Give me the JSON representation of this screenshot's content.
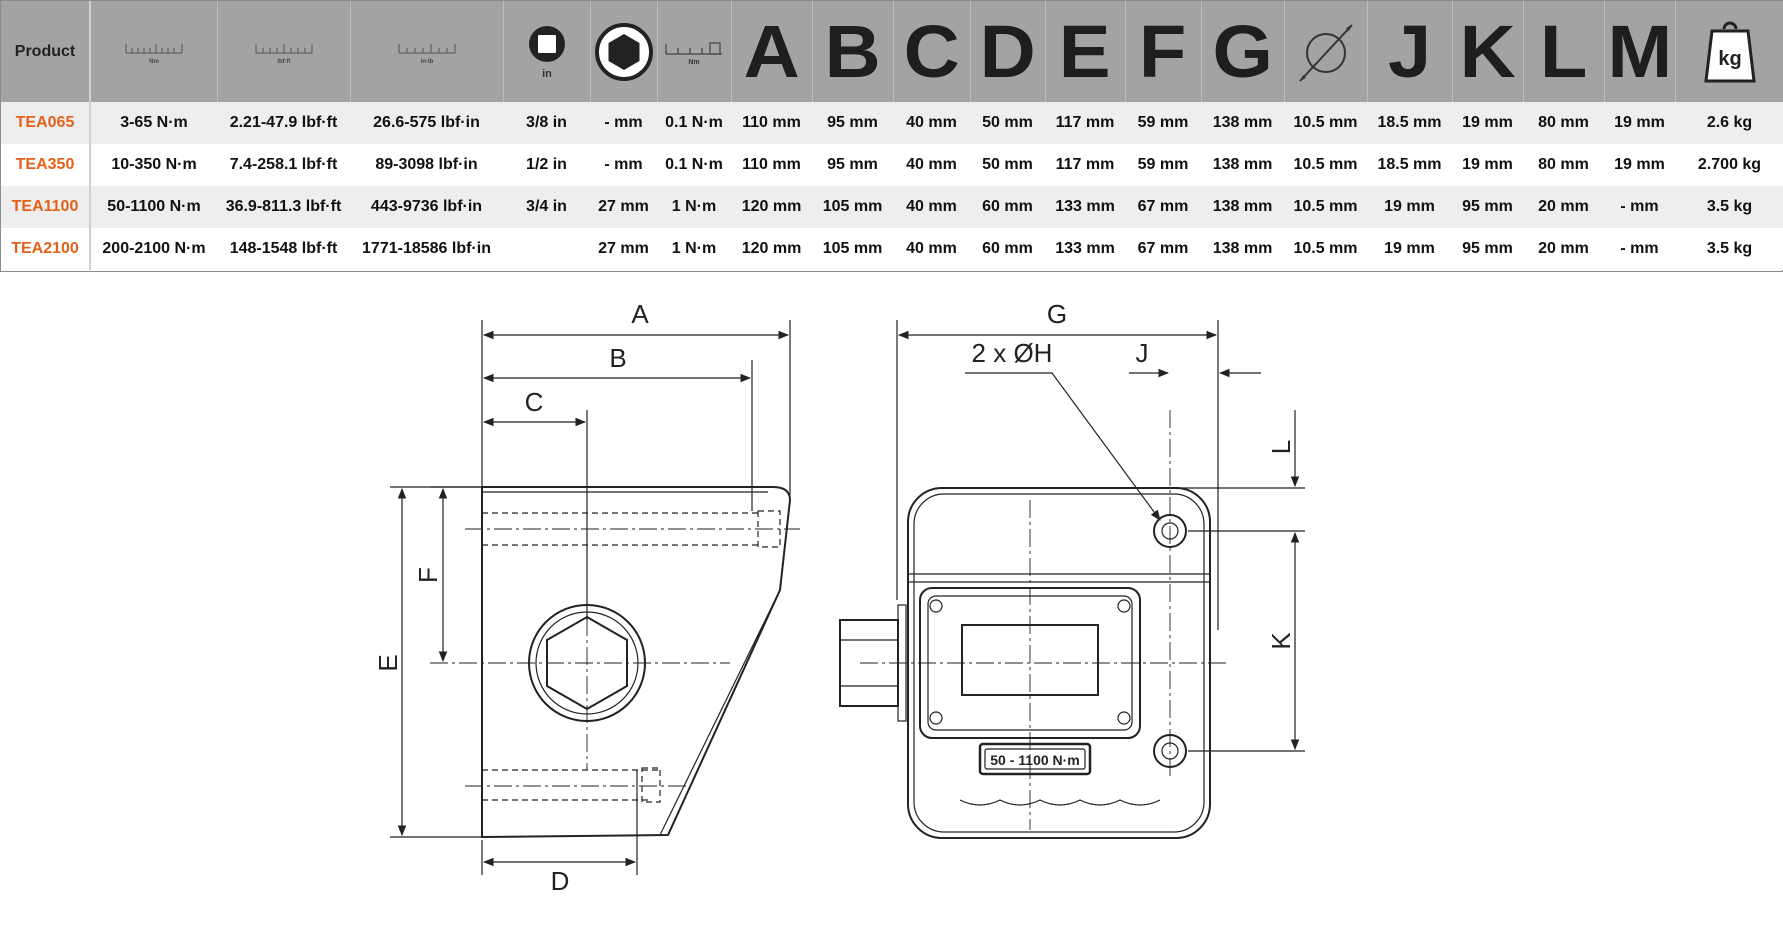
{
  "table": {
    "product_header": "Product",
    "header_letters": {
      "A": "A",
      "B": "B",
      "C": "C",
      "D": "D",
      "E": "E",
      "F": "F",
      "G": "G",
      "J": "J",
      "K": "K",
      "L": "L",
      "M": "M"
    },
    "header_icons": {
      "nm_scale": "Nm",
      "lbfft_scale": "lbf·ft",
      "lbfin_scale": "in·lb",
      "square_drive_unit": "in",
      "resolution_unit": "Nm",
      "weight_unit": "kg"
    },
    "rows": [
      {
        "product": "TEA065",
        "nm": "3-65 N·m",
        "lbfft": "2.21-47.9 lbf·ft",
        "lbfin": "26.6-575 lbf·in",
        "drive": "3/8 in",
        "hex": "- mm",
        "res": "0.1 N·m",
        "A": "110 mm",
        "B": "95 mm",
        "C": "40 mm",
        "D": "50 mm",
        "E": "117 mm",
        "F": "59 mm",
        "G": "138 mm",
        "H": "10.5 mm",
        "J": "18.5 mm",
        "K": "19 mm",
        "L": "80 mm",
        "M": "19 mm",
        "weight": "2.6 kg"
      },
      {
        "product": "TEA350",
        "nm": "10-350 N·m",
        "lbfft": "7.4-258.1 lbf·ft",
        "lbfin": "89-3098 lbf·in",
        "drive": "1/2 in",
        "hex": "- mm",
        "res": "0.1 N·m",
        "A": "110 mm",
        "B": "95 mm",
        "C": "40 mm",
        "D": "50 mm",
        "E": "117 mm",
        "F": "59 mm",
        "G": "138 mm",
        "H": "10.5 mm",
        "J": "18.5 mm",
        "K": "19 mm",
        "L": "80 mm",
        "M": "19 mm",
        "weight": "2.700 kg"
      },
      {
        "product": "TEA1100",
        "nm": "50-1100 N·m",
        "lbfft": "36.9-811.3 lbf·ft",
        "lbfin": "443-9736 lbf·in",
        "drive": "3/4 in",
        "hex": "27 mm",
        "res": "1 N·m",
        "A": "120 mm",
        "B": "105 mm",
        "C": "40 mm",
        "D": "60 mm",
        "E": "133 mm",
        "F": "67 mm",
        "G": "138 mm",
        "H": "10.5 mm",
        "J": "19 mm",
        "K": "95 mm",
        "L": "20 mm",
        "M": "- mm",
        "weight": "3.5 kg"
      },
      {
        "product": "TEA2100",
        "nm": "200-2100 N·m",
        "lbfft": "148-1548 lbf·ft",
        "lbfin": "1771-18586 lbf·in",
        "drive": "",
        "hex": "27 mm",
        "res": "1 N·m",
        "A": "120 mm",
        "B": "105 mm",
        "C": "40 mm",
        "D": "60 mm",
        "E": "133 mm",
        "F": "67 mm",
        "G": "138 mm",
        "H": "10.5 mm",
        "J": "19 mm",
        "K": "95 mm",
        "L": "20 mm",
        "M": "- mm",
        "weight": "3.5 kg"
      }
    ]
  },
  "drawing": {
    "labels": {
      "A": "A",
      "B": "B",
      "C": "C",
      "D": "D",
      "E": "E",
      "F": "F",
      "G": "G",
      "H_note": "2 x ØH",
      "J": "J",
      "K": "K",
      "L": "L"
    },
    "nameplate": "50 - 1100 N·m"
  }
}
